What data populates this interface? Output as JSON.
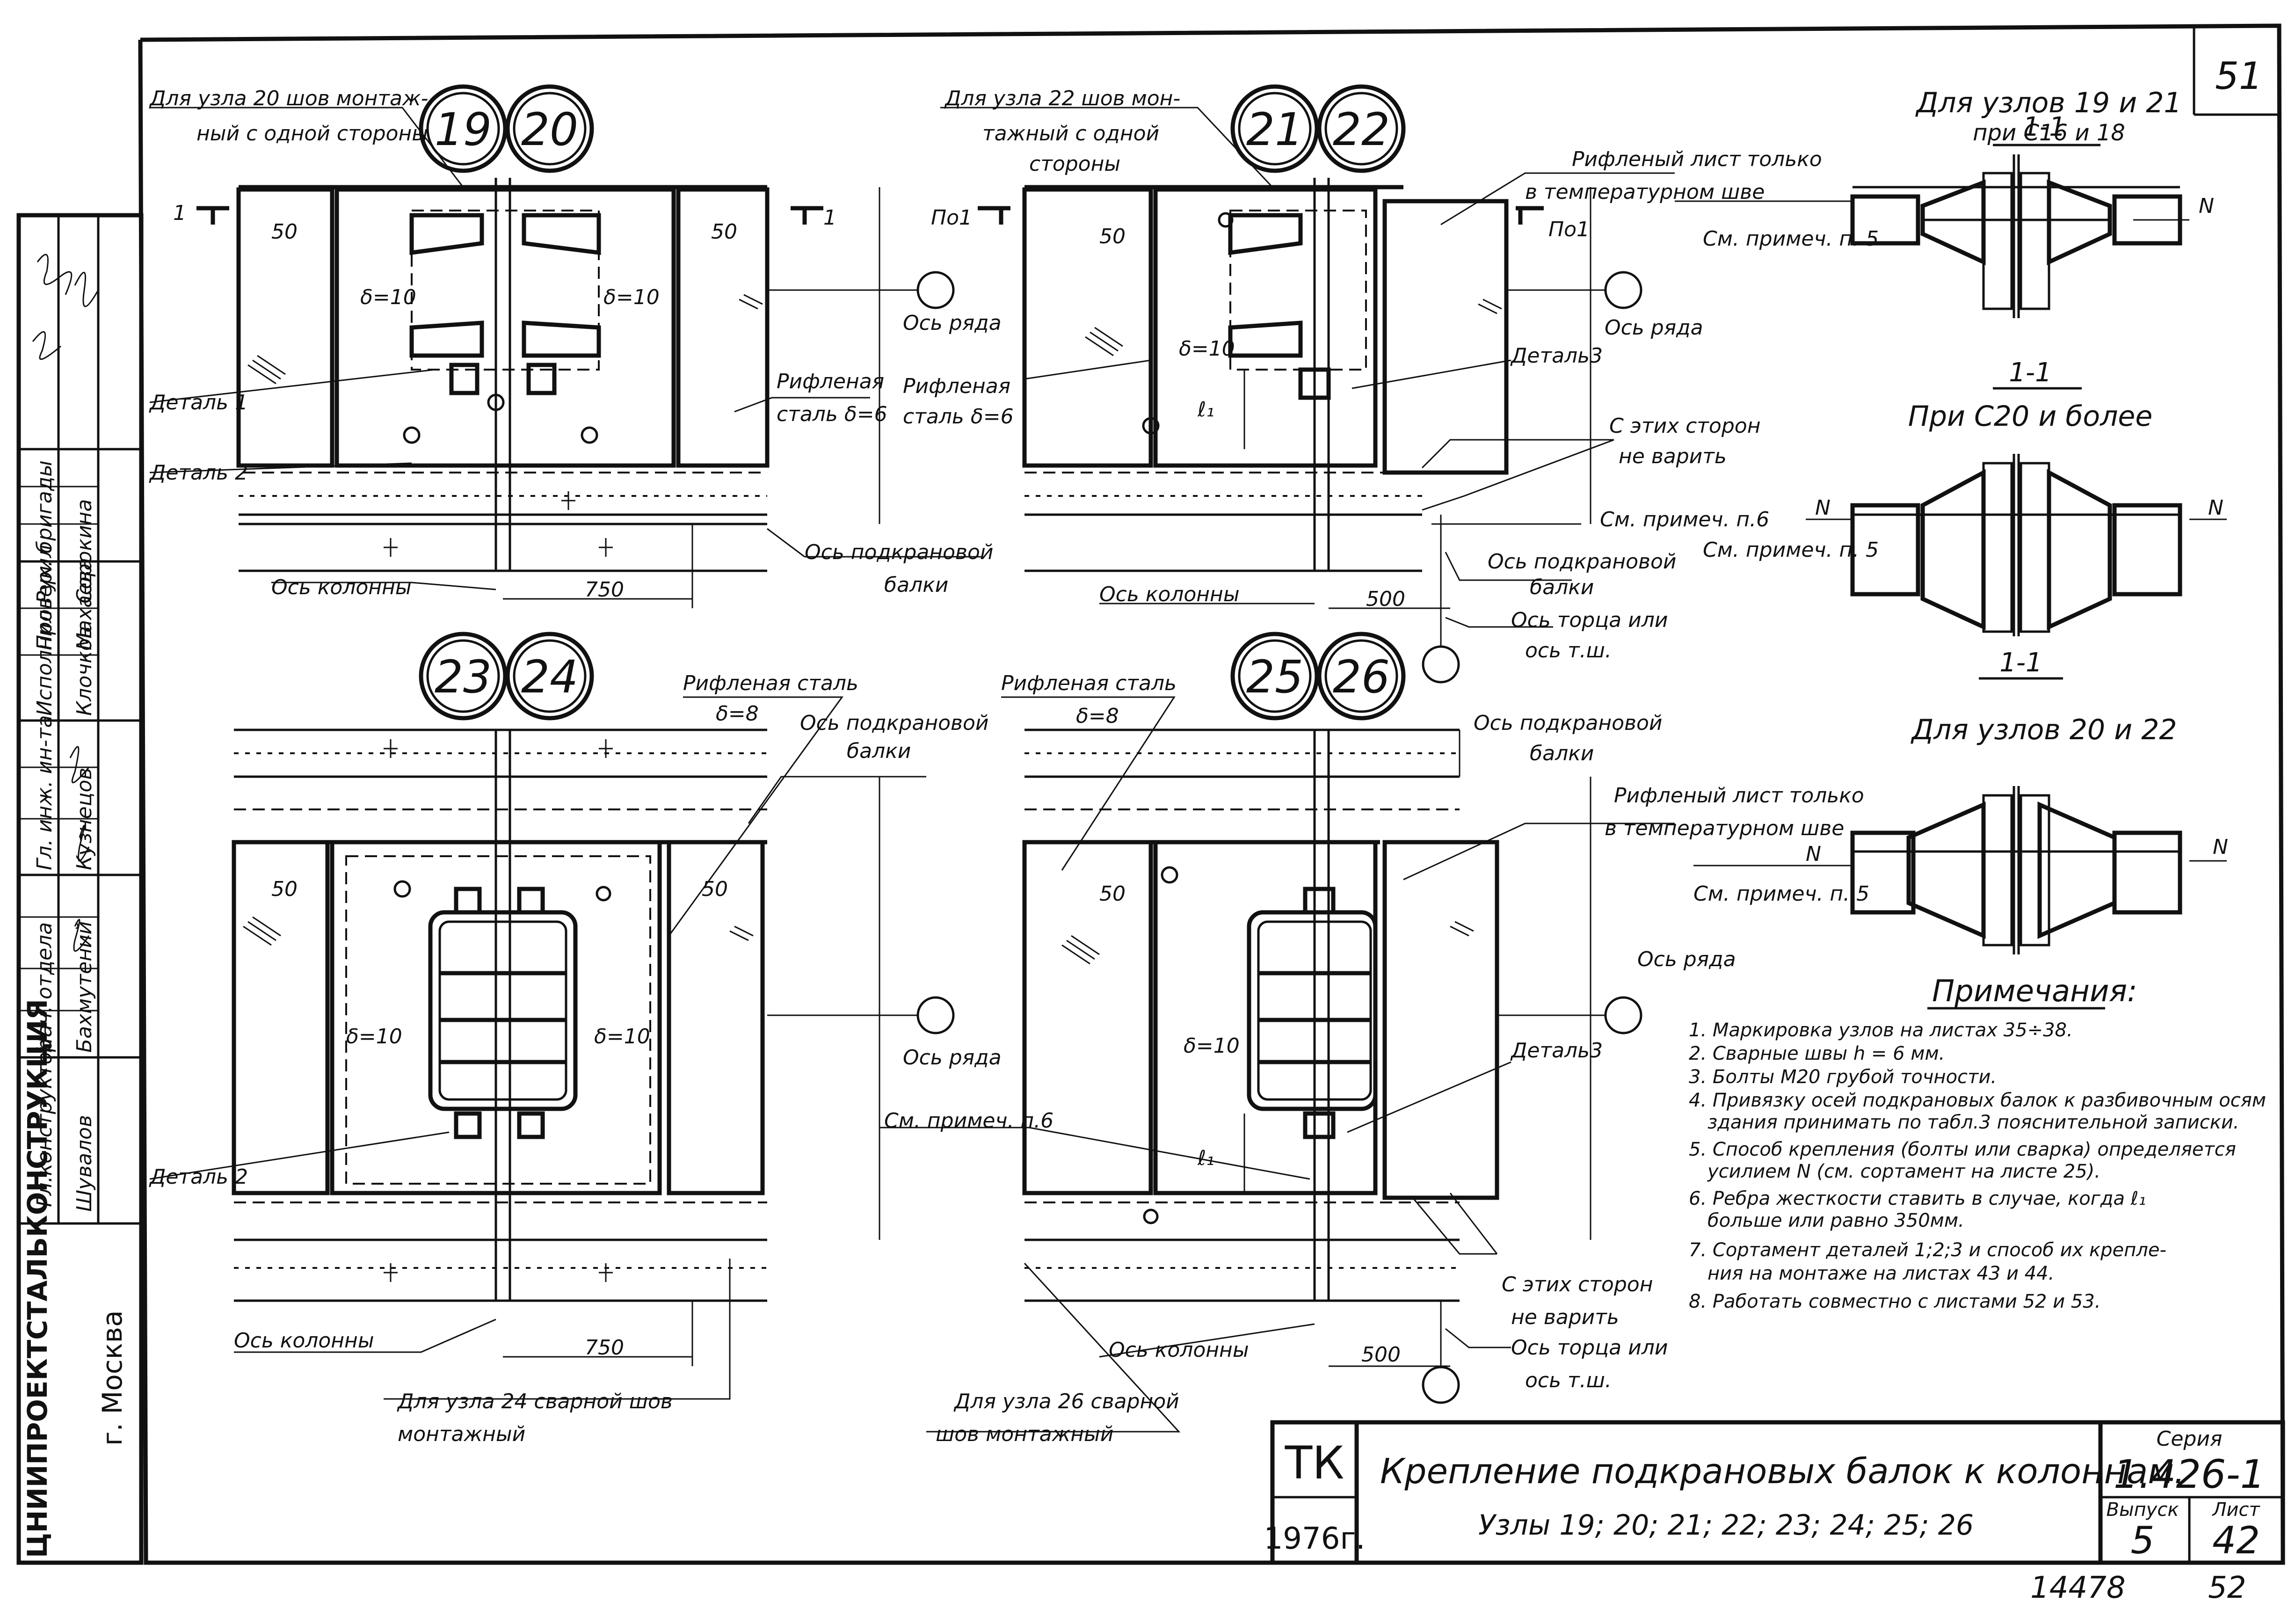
{
  "sheet": {
    "number": "51",
    "bottom_left_number": "14478",
    "bottom_right_number": "52"
  },
  "nodes": [
    "19",
    "20",
    "21",
    "22",
    "23",
    "24",
    "25",
    "26"
  ],
  "labels": {
    "weld_20": [
      "Для узла 20 шов монтаж-",
      "ный с одной стороны"
    ],
    "weld_22": [
      "Для узла 22 шов мон-",
      "тажный с одной",
      "стороны"
    ],
    "weld_24": [
      "Для узла 24 сварной шов",
      "монтажный"
    ],
    "weld_26": [
      "Для узла 26 сварной",
      "шов монтажный"
    ],
    "checkered_temp": [
      "Рифленый лист только",
      "в температурном шве"
    ],
    "checkered_steel_6": [
      "Рифленая",
      "сталь δ=6"
    ],
    "checkered_steel_8": [
      "Рифленая сталь",
      "δ=8"
    ],
    "axis_row": "Ось ряда",
    "axis_crane_beam": [
      "Ось подкрановой",
      "балки"
    ],
    "axis_column": "Ось колонны",
    "axis_end": [
      "Ось торца или",
      "ось т.ш."
    ],
    "no_weld": [
      "С этих сторон",
      "не варить"
    ],
    "see_note5": "См. примеч. п. 5",
    "see_note6": "См. примеч. п.6",
    "detail1": "Деталь 1",
    "detail2": "Деталь 2",
    "detail3": "Деталь3",
    "delta10": "δ=10",
    "dim50": "50",
    "dim750": "750",
    "dim500": "500",
    "l1": "ℓ₁",
    "cut11": "1",
    "po1": "По1",
    "N": "N"
  },
  "sections": [
    {
      "mark": "1-1",
      "title": "Для узлов 19 и 21",
      "subtitle": "при С16 и 18"
    },
    {
      "mark": "1-1",
      "title": "При С20 и более",
      "subtitle": ""
    },
    {
      "mark": "1-1",
      "title": "Для узлов 20 и 22",
      "subtitle": ""
    }
  ],
  "notes": {
    "title": "Примечания:",
    "items": [
      "1. Маркировка узлов на листах 35÷38.",
      "2. Сварные швы h = 6 мм.",
      "3. Болты М20 грубой точности.",
      "4. Привязку осей подкрановых балок к разбивочным осям",
      "здания принимать по табл.3 пояснительной записки.",
      "5. Способ крепления (болты или сварка) определяется",
      "усилием N (см. сортамент на листе 25).",
      "6. Ребра жесткости ставить в случае, когда ℓ₁",
      "больше или равно 350мм.",
      "7. Сортамент деталей 1;2;3 и способ их крепле-",
      "ния на монтаже на листах 43 и 44.",
      "8. Работать совместно с листами 52 и 53."
    ]
  },
  "title_block": {
    "org_code": "ТК",
    "year": "1976г.",
    "title_line1": "Крепление подкрановых балок к колоннам.",
    "title_line2": "Узлы 19; 20; 21; 22; 23; 24; 25; 26",
    "series_label": "Серия",
    "series": "1.426-1",
    "issue_label": "Выпуск",
    "issue": "5",
    "sheet_label": "Лист",
    "sheet": "42"
  },
  "side_stamp": {
    "institute": "ЦНИИПРОЕКТСТАЛЬКОНСТРУКЦИЯ",
    "city": "г. Москва",
    "roles": [
      "Гл.конструктор",
      "Нач. отдела",
      "Гл. инж. ин-та",
      "Исполнил",
      "Проверил",
      "Рук. бригады"
    ],
    "names": [
      "Шувалов",
      "Бахмутений",
      "Кузнецов",
      "Клочков",
      "Махаева",
      "Сорокина"
    ]
  }
}
